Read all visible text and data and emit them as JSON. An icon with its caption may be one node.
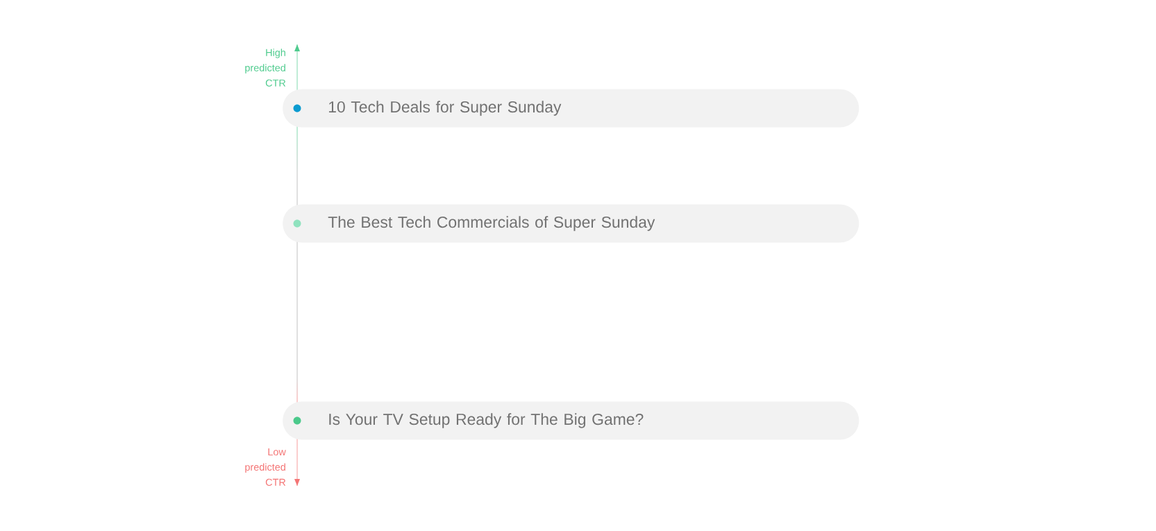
{
  "diagram": {
    "nodes": [
      {
        "text": [
          "10 Tech Deals for Super Sunday"
        ]
      },
      {
        "text": [
          "The Best Tech Commercials of Super Sunday"
        ]
      },
      {
        "text": [
          "Is Your TV Setup Ready for The Big Game?"
        ]
      }
    ],
    "labels": [
      "High predicted CTR",
      "Low predicted CTR"
    ]
  }
}
